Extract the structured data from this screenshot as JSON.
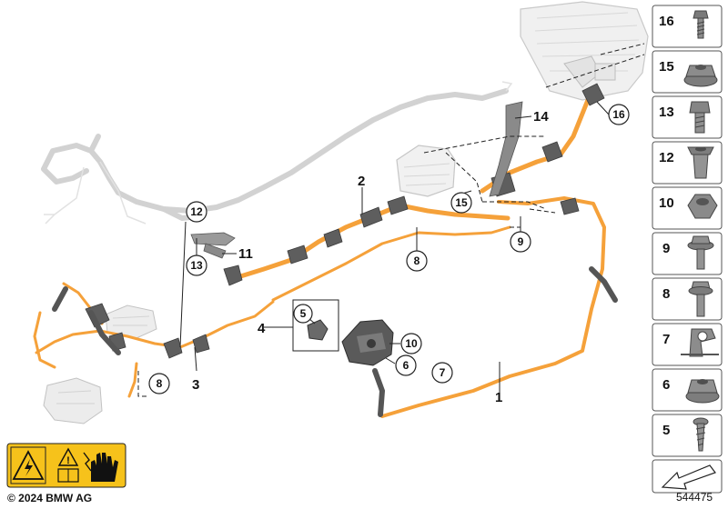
{
  "callouts": {
    "c1": "1",
    "c2": "2",
    "c3": "3",
    "c4": "4",
    "c11": "11",
    "c14": "14"
  },
  "circle_callouts": {
    "c5": "5",
    "c6": "6",
    "c7": "7",
    "c8a": "8",
    "c8b": "8",
    "c9": "9",
    "c10": "10",
    "c12": "12",
    "c13": "13",
    "c15": "15",
    "c16": "16"
  },
  "parts_panel": {
    "items": [
      "16",
      "15",
      "13",
      "12",
      "10",
      "9",
      "8",
      "7",
      "6",
      "5"
    ]
  },
  "footer": {
    "copyright": "© 2024 BMW AG",
    "diagram_number": "544475"
  },
  "colors": {
    "cable": "#f5a13a",
    "cable_dark": "#d9801e",
    "warning_yellow": "#f6c21b",
    "ghost": "#cfcfcf",
    "part_gray": "#6f6f6f"
  }
}
